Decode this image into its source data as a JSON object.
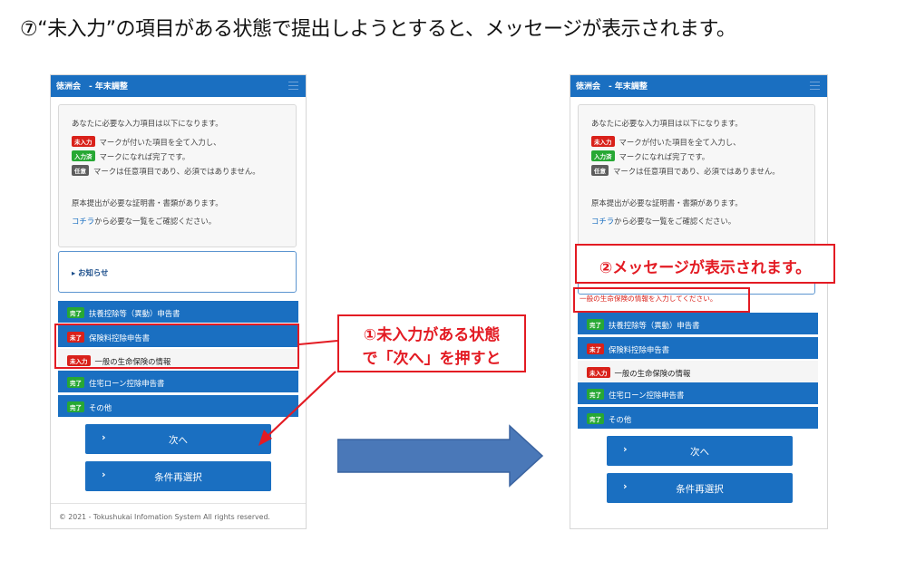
{
  "title": "⑦“未入力”の項目がある状態で提出しようとすると、メッセージが表示されます。",
  "app": {
    "header_title": "徳洲会　- 年末調整"
  },
  "info": {
    "line1": "あなたに必要な入力項目は以下になります。",
    "badge_required": "未入力",
    "line2": "マークが付いた項目を全て入力し、",
    "badge_done": "入力済",
    "line3": "マークになれば完了です。",
    "badge_optional": "任意",
    "line4": "マークは任意項目であり、必須ではありません。",
    "line5": "原本提出が必要な証明書・書類があります。",
    "link": "コチラ",
    "line6": "から必要な一覧をご確認ください。"
  },
  "notice": {
    "label": "▸ お知らせ"
  },
  "error_message": "一般の生命保険の情報を入力してください。",
  "sections": [
    {
      "badge": "完了",
      "label": "扶養控除等（異動）申告書"
    },
    {
      "badge": "未了",
      "label": "保険料控除申告書"
    },
    {
      "badge": "未入力",
      "label": "一般の生命保険の情報"
    },
    {
      "badge": "完了",
      "label": "住宅ローン控除申告書"
    },
    {
      "badge": "完了",
      "label": "その他"
    }
  ],
  "buttons": {
    "next": "次へ",
    "reselect": "条件再選択",
    "chevron": "›"
  },
  "footer": "© 2021 - Tokushukai Infomation System All rights reserved.",
  "callouts": {
    "step1_line1": "①未入力がある状態",
    "step1_line2": "で「次へ」を押すと",
    "step2": "②メッセージが表示されます。"
  },
  "colors": {
    "header_blue": "#1a6fc1",
    "required_red": "#d9211a",
    "done_green": "#27a834",
    "optional_gray": "#5d5d5d",
    "callout_red": "#e31b23",
    "arrow_blue": "#4a78b8"
  }
}
